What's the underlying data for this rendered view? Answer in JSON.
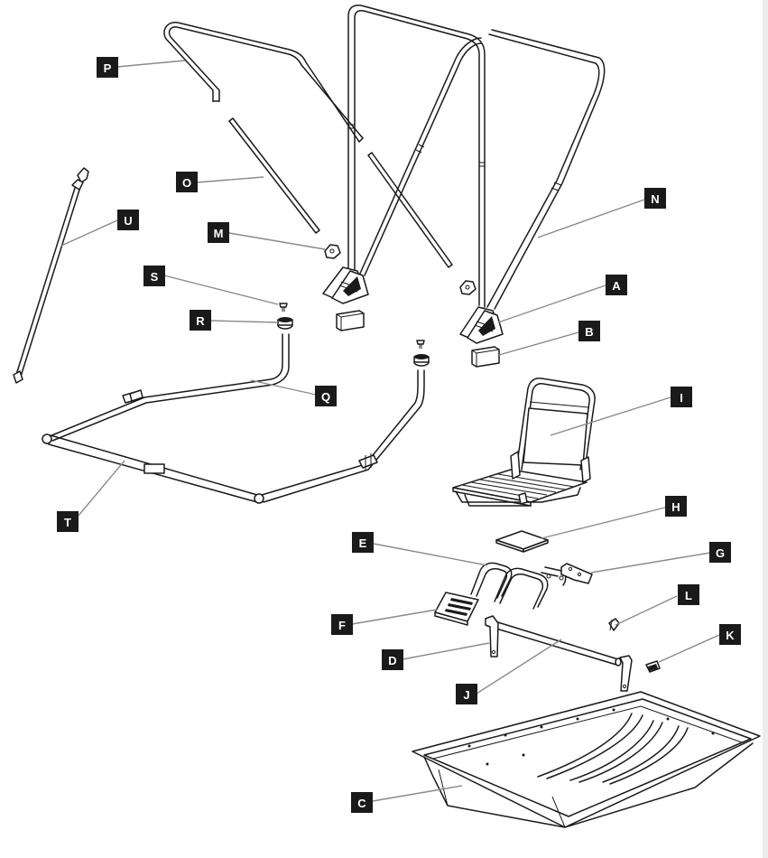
{
  "diagram": {
    "parts": [
      {
        "id": "P",
        "letter": "P"
      },
      {
        "id": "O",
        "letter": "O"
      },
      {
        "id": "U",
        "letter": "U"
      },
      {
        "id": "M",
        "letter": "M"
      },
      {
        "id": "S",
        "letter": "S"
      },
      {
        "id": "R",
        "letter": "R"
      },
      {
        "id": "Q",
        "letter": "Q"
      },
      {
        "id": "T",
        "letter": "T"
      },
      {
        "id": "N",
        "letter": "N"
      },
      {
        "id": "A",
        "letter": "A"
      },
      {
        "id": "B",
        "letter": "B"
      },
      {
        "id": "I",
        "letter": "I"
      },
      {
        "id": "H",
        "letter": "H"
      },
      {
        "id": "E",
        "letter": "E"
      },
      {
        "id": "G",
        "letter": "G"
      },
      {
        "id": "F",
        "letter": "F"
      },
      {
        "id": "L",
        "letter": "L"
      },
      {
        "id": "K",
        "letter": "K"
      },
      {
        "id": "D",
        "letter": "D"
      },
      {
        "id": "J",
        "letter": "J"
      },
      {
        "id": "C",
        "letter": "C"
      }
    ]
  }
}
